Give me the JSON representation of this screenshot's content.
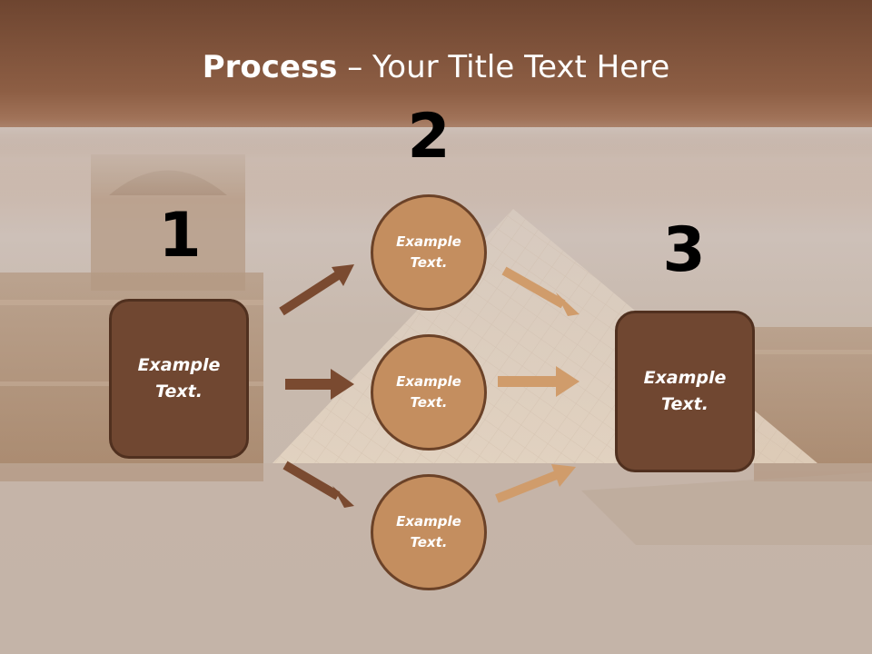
{
  "title": {
    "bold": "Process",
    "rest": " – Your Title Text Here"
  },
  "steps": {
    "one": "1",
    "two": "2",
    "three": "3"
  },
  "left_box": {
    "line1": "Example",
    "line2": "Text."
  },
  "right_box": {
    "line1": "Example",
    "line2": "Text."
  },
  "circles": [
    {
      "line1": "Example",
      "line2": "Text."
    },
    {
      "line1": "Example",
      "line2": "Text."
    },
    {
      "line1": "Example",
      "line2": "Text."
    }
  ],
  "colors": {
    "dark_brown": "#704731",
    "light_brown": "#c48e5f",
    "arrow_dark": "#7a4a30",
    "arrow_light": "#d09c6b"
  }
}
